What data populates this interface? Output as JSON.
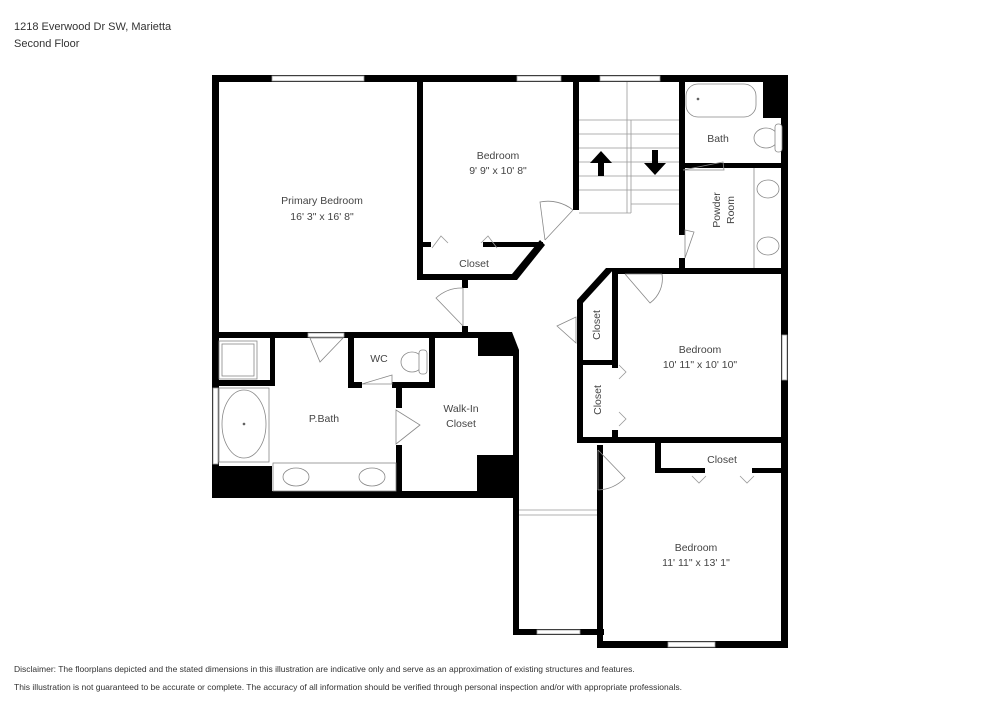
{
  "header": {
    "address": "1218 Everwood Dr SW, Marietta",
    "floor": "Second Floor"
  },
  "rooms": {
    "primary_bedroom": {
      "name": "Primary Bedroom",
      "dims": "16' 3\" x 16' 8\""
    },
    "bedroom_1": {
      "name": "Bedroom",
      "dims": "9' 9\" x 10' 8\""
    },
    "bedroom_1_closet": {
      "name": "Closet"
    },
    "bath": {
      "name": "Bath"
    },
    "powder_room": {
      "name": "Powder Room",
      "line1": "Powder",
      "line2": "Room"
    },
    "wc": {
      "name": "WC"
    },
    "p_bath": {
      "name": "P.Bath"
    },
    "walk_in_closet": {
      "name": "Walk-In Closet",
      "line1": "Walk-In",
      "line2": "Closet"
    },
    "hall_closet_upper": {
      "name": "Closet"
    },
    "hall_closet_lower": {
      "name": "Closet"
    },
    "bedroom_2": {
      "name": "Bedroom",
      "dims": "10' 11\" x 10' 10\""
    },
    "bedroom_3": {
      "name": "Bedroom",
      "dims": "11' 11\" x 13' 1\""
    },
    "bedroom_3_closet": {
      "name": "Closet"
    }
  },
  "disclaimer": {
    "line1": "Disclaimer: The floorplans depicted and the stated dimensions in this illustration are indicative only and serve as an approximation of existing structures and features.",
    "line2": "This illustration is not guaranteed to be accurate or complete. The accuracy of all information should be verified through personal inspection and/or with appropriate professionals."
  },
  "colors": {
    "wall": "#000000",
    "fixture": "#888888",
    "text": "#444444",
    "background": "#ffffff"
  }
}
